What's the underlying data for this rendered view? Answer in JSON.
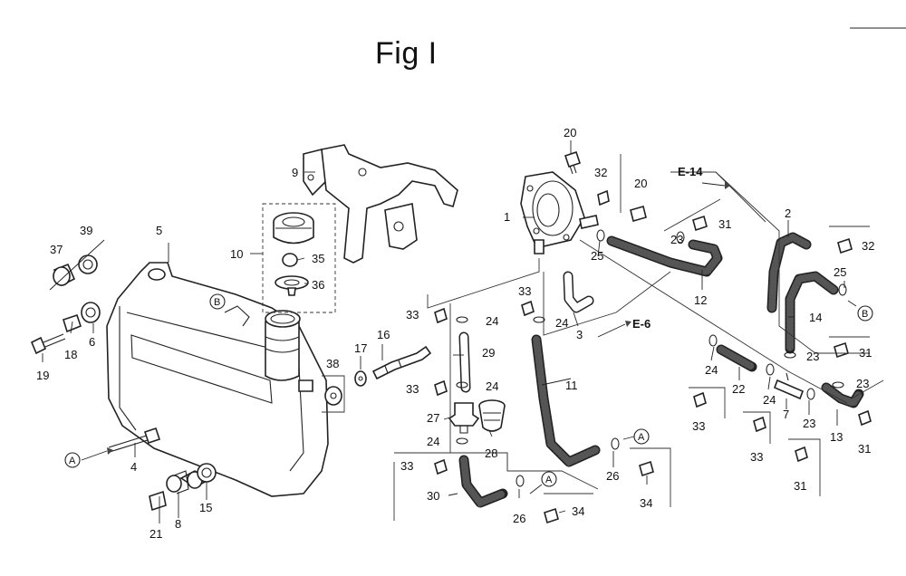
{
  "figure": {
    "title": "Fig I"
  },
  "refs": {
    "e14": "E-14",
    "e6": "E-6"
  },
  "markers": {
    "a": "A",
    "b": "B"
  },
  "callouts": {
    "c1": "1",
    "c2": "2",
    "c3": "3",
    "c4": "4",
    "c5": "5",
    "c6": "6",
    "c7": "7",
    "c8": "8",
    "c9": "9",
    "c10": "10",
    "c11": "11",
    "c12": "12",
    "c13": "13",
    "c14": "14",
    "c15": "15",
    "c16": "16",
    "c17": "17",
    "c18": "18",
    "c19": "19",
    "c20": "20",
    "c21": "21",
    "c22": "22",
    "c23": "23",
    "c24": "24",
    "c25": "25",
    "c26": "26",
    "c27": "27",
    "c28": "28",
    "c29": "29",
    "c30": "30",
    "c31": "31",
    "c32": "32",
    "c33": "33",
    "c34": "34",
    "c35": "35",
    "c36": "36",
    "c37": "37",
    "c38": "38",
    "c39": "39"
  }
}
